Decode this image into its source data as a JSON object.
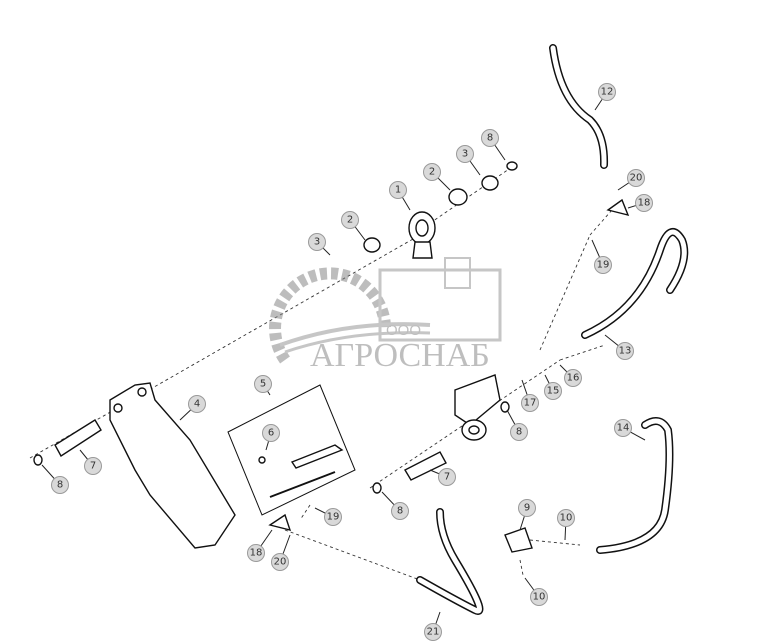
{
  "watermark": {
    "prefix": "ООО",
    "brand": "АГРОСНАБ"
  },
  "callouts": [
    "1",
    "2",
    "3",
    "8",
    "2",
    "3",
    "12",
    "20",
    "18",
    "19",
    "13",
    "16",
    "15",
    "17",
    "8",
    "4",
    "5",
    "6",
    "7",
    "8",
    "19",
    "18",
    "20",
    "7",
    "8",
    "9",
    "10",
    "10",
    "14",
    "21"
  ],
  "colors": {
    "line": "#111111",
    "callout_fill": "#d9d9d9",
    "watermark": "#8a8a8a"
  }
}
